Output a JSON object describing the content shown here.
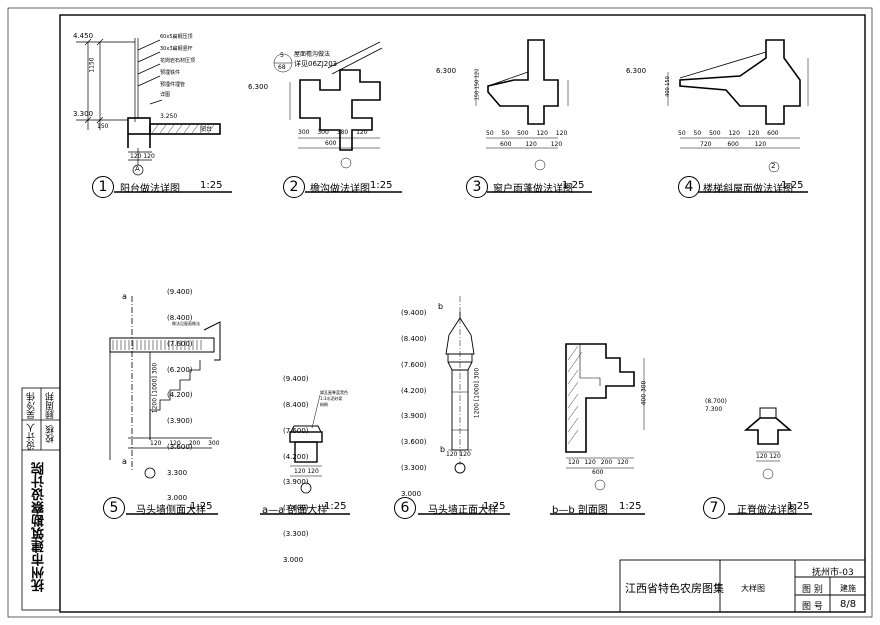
{
  "details": [
    {
      "no": "1",
      "title": "阳台做法详图",
      "scale": "1:25"
    },
    {
      "no": "2",
      "title": "檐沟做法详图",
      "scale": "1:25"
    },
    {
      "no": "3",
      "title": "窗户雨蓬做法详图",
      "scale": "1:25"
    },
    {
      "no": "4",
      "title": "楼梯斜屋面做法详图",
      "scale": "1:25"
    },
    {
      "no": "5",
      "title": "马头墙侧面大样",
      "scale": "1:25"
    },
    {
      "no": "",
      "title": "a—a 剖面大样",
      "scale": "1:25"
    },
    {
      "no": "6",
      "title": "马头墙正面大样",
      "scale": "1:25"
    },
    {
      "no": "",
      "title": "b—b 剖面图",
      "scale": "1:25"
    },
    {
      "no": "7",
      "title": "正脊做法详图",
      "scale": "1:25"
    }
  ],
  "d1": {
    "elev_top": "4.450",
    "elev_mid": "3.300",
    "elev_slab": "3.250",
    "note1": "60x5扁钢压顶",
    "note2": "30x3扁钢竖杆",
    "note3": "花岗岩石材压顶",
    "note4": "预埋铁件",
    "note5": "预埋件埋管",
    "ref": "详图",
    "dim_v1": "1150",
    "dim_v2": "150",
    "dim_h": "120 120",
    "axis": "A",
    "side": "阳台"
  },
  "d2": {
    "callout_top": "5",
    "callout_bot": "68",
    "note": "屋面檐沟做法",
    "ref": "详见06ZJ203",
    "elev": "6.300",
    "dims_h1": "300 300 380 120",
    "dims_h2": "600"
  },
  "d3": {
    "elev": "6.300",
    "dims_h1": "50 50 500 120 120",
    "dims_h2": "600 120 120",
    "dims_v": "150 150 120"
  },
  "d4": {
    "elev": "6.300",
    "dims_h1": "50 50 500 120 120 600",
    "dims_h2": "720 600 120",
    "dims_v": "400 150",
    "axis": "2"
  },
  "d5": {
    "section": "a",
    "elevs": [
      "(9.400)",
      "(8.400)",
      "(7.600)",
      "(6.200)",
      "(4.200)",
      "(3.900)",
      "(3.600)",
      "3.300",
      "3.000"
    ],
    "note": "做法见屋面做法",
    "dims_v": "1200 [1000] 300",
    "dims_h": "120 120 200 300"
  },
  "daa": {
    "elevs": [
      "(9.400)",
      "(8.400)",
      "(7.600)",
      "(4.200)",
      "(3.900)",
      "(3.600)",
      "(3.300)",
      "3.000"
    ],
    "note1": "黛瓦屋脊蓝黑色",
    "note2": "1:3水泥砂浆",
    "note3": "粉刷",
    "dims_h": "120 120"
  },
  "d6": {
    "section": "b",
    "elevs": [
      "(9.400)",
      "(8.400)",
      "(7.600)",
      "(4.200)",
      "(3.900)",
      "(3.600)",
      "(3.300)",
      "3.000"
    ],
    "dims_v": "1200 [1000] 300",
    "dims_h": "120 120"
  },
  "dbb": {
    "dims_h1": "120 120 200 120",
    "dims_h2": "600",
    "dims_v": "400 300"
  },
  "d7": {
    "elev_a": "(8.700)",
    "elev_b": "7.300",
    "dims_h": "120 120"
  },
  "side_panel": {
    "labels": [
      "设计人",
      "校核"
    ],
    "names": [
      "吴冷伟",
      "顾周邦"
    ],
    "institute": "抚州市建筑勘察设计院"
  },
  "title_block": {
    "album": "江西省特色农房图集",
    "drawing": "大样图",
    "code": "抚州市-03",
    "category_label": "图 别",
    "category_value": "建施",
    "number_label": "图 号",
    "number_value": "8/8"
  }
}
